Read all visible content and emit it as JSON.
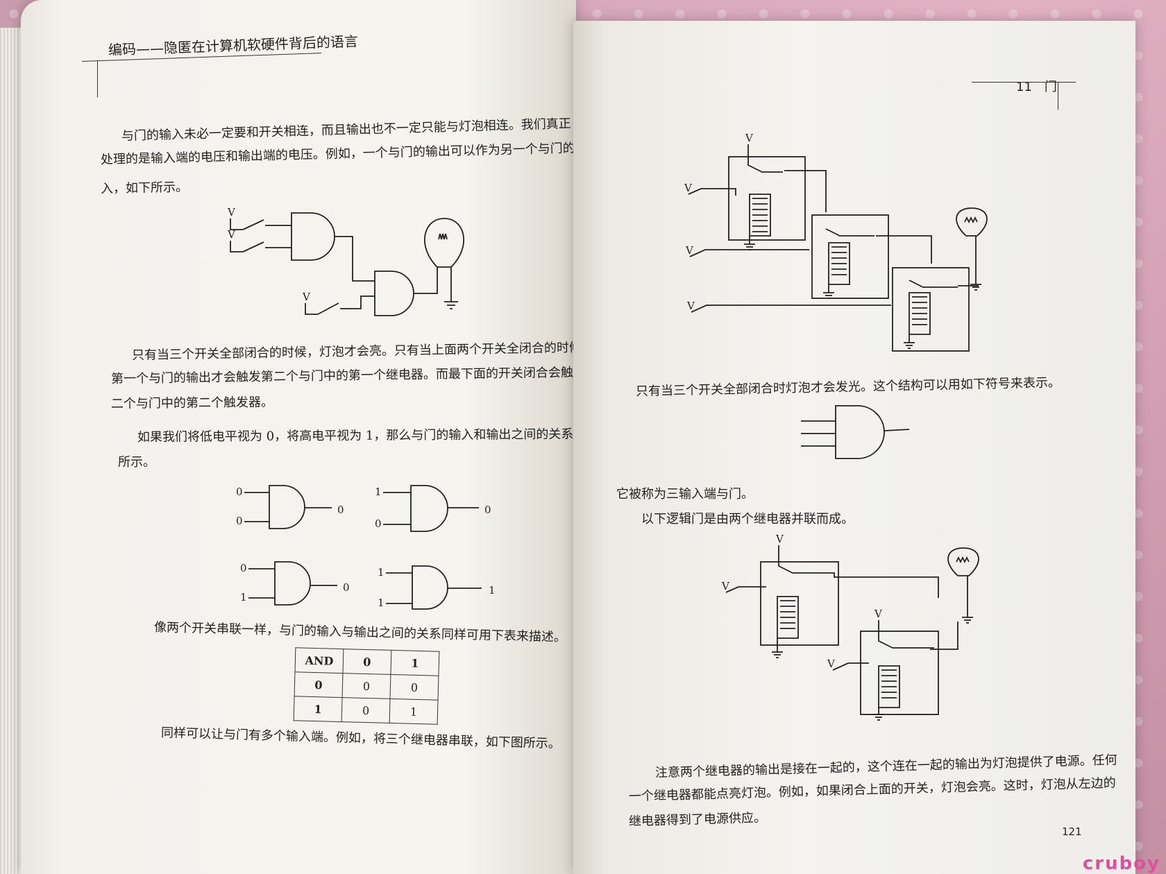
{
  "left_page": {
    "header": "编码——隐匿在计算机软硬件背后的语言",
    "para1": [
      "与门的输入未必一定要和开关相连，而且输出也不一定只能与灯泡相连。我们真正",
      "处理的是输入端的电压和输出端的电压。例如，一个与门的输出可以作为另一个与门的",
      "入，如下所示。"
    ],
    "para2": [
      "只有当三个开关全部闭合的时候，灯泡才会亮。只有当上面两个开关全闭合的时候，",
      "第一个与门的输出才会触发第二个与门中的第一个继电器。而最下面的开关闭合会触发第",
      "二个与门中的第二个触发器。"
    ],
    "para3": [
      "如果我们将低电平视为 0，将高电平视为 1，那么与门的输入和输出之间的关系如下",
      "所示。"
    ],
    "gate_examples": [
      {
        "in1": "0",
        "in2": "0",
        "out": "0"
      },
      {
        "in1": "1",
        "in2": "0",
        "out": "0"
      },
      {
        "in1": "0",
        "in2": "1",
        "out": "0"
      },
      {
        "in1": "1",
        "in2": "1",
        "out": "1"
      }
    ],
    "para4": "像两个开关串联一样，与门的输入与输出之间的关系同样可用下表来描述。",
    "truth_table": {
      "corner": "AND",
      "cols": [
        "0",
        "1"
      ],
      "rows": [
        {
          "label": "0",
          "cells": [
            "0",
            "0"
          ]
        },
        {
          "label": "1",
          "cells": [
            "0",
            "1"
          ]
        }
      ]
    },
    "para5": "同样可以让与门有多个输入端。例如，将三个继电器串联，如下图所示。",
    "voltage_label": "V"
  },
  "right_page": {
    "chapter": "11　门",
    "para1": "只有当三个开关全部闭合时灯泡才会发光。这个结构可以用如下符号来表示。",
    "para2": "它被称为三输入端与门。",
    "para3": "以下逻辑门是由两个继电器并联而成。",
    "para4": [
      "注意两个继电器的输出是接在一起的，这个连在一起的输出为灯泡提供了电源。任何",
      "一个继电器都能点亮灯泡。例如，如果闭合上面的开关，灯泡会亮。这时，灯泡从左边的",
      "继电器得到了电源供应。"
    ],
    "page_number": "121",
    "voltage_label": "V"
  },
  "watermark": "cruboy"
}
